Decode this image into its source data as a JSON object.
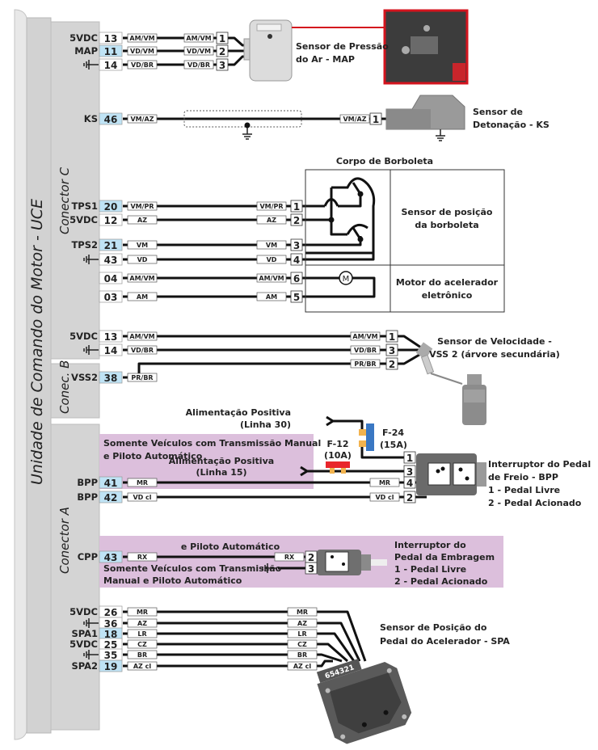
{
  "ecu": {
    "title": "Unidade de Comando do Motor - UCE",
    "connectors": [
      {
        "id": "C",
        "label": "Conector C"
      },
      {
        "id": "B",
        "label": "Conec. B"
      },
      {
        "id": "A",
        "label": "Conector A"
      }
    ]
  },
  "colors": {
    "highlight_pin": "#bfe3f5",
    "purple_zone": "#dcbfdc",
    "photo_frame": "#d4141e",
    "fuse_f12": "#e8262b",
    "fuse_f24": "#3a78c3",
    "fuse_terminal": "#f2b34e",
    "wire": "#111111"
  },
  "circuits": [
    {
      "id": "map",
      "device": "Sensor de Pressão do Ar - MAP",
      "device_lines": [
        "Sensor de Pressão",
        "do Ar - MAP"
      ],
      "wires": [
        {
          "signal": "5VDC",
          "ecu_pin": "13",
          "color_code": "AM/VM",
          "device_pin": "1",
          "highlight": false
        },
        {
          "signal": "MAP",
          "ecu_pin": "11",
          "color_code": "VD/VM",
          "device_pin": "2",
          "highlight": true
        },
        {
          "signal": "GND",
          "ecu_pin": "14",
          "color_code": "VD/BR",
          "device_pin": "3",
          "highlight": false
        }
      ]
    },
    {
      "id": "ks",
      "device": "Sensor de Detonação - KS",
      "device_lines": [
        "Sensor de",
        "Detonação - KS"
      ],
      "wires": [
        {
          "signal": "KS",
          "ecu_pin": "46",
          "color_code": "VM/AZ",
          "device_pin": "1",
          "highlight": true
        }
      ]
    },
    {
      "id": "throttle",
      "title": "Corpo de Borboleta",
      "sections": [
        {
          "lines": [
            "Sensor de posição",
            "da borboleta"
          ]
        },
        {
          "lines": [
            "Motor do acelerador",
            "eletrônico"
          ]
        }
      ],
      "motor_symbol": "M",
      "wires": [
        {
          "signal": "TPS1",
          "ecu_pin": "20",
          "color_code": "VM/PR",
          "device_pin": "1",
          "highlight": true
        },
        {
          "signal": "5VDC",
          "ecu_pin": "12",
          "color_code": "AZ",
          "device_pin": "2",
          "highlight": false
        },
        {
          "signal": "TPS2",
          "ecu_pin": "21",
          "color_code": "VM",
          "device_pin": "3",
          "highlight": true
        },
        {
          "signal": "GND",
          "ecu_pin": "43",
          "color_code": "VD",
          "device_pin": "4",
          "highlight": false
        },
        {
          "signal": "",
          "ecu_pin": "04",
          "color_code": "AM/VM",
          "device_pin": "6",
          "highlight": false
        },
        {
          "signal": "",
          "ecu_pin": "03",
          "color_code": "AM",
          "device_pin": "5",
          "highlight": false
        }
      ]
    },
    {
      "id": "vss",
      "device": "Sensor de Velocidade - VSS 2 (árvore secundária)",
      "device_lines": [
        "Sensor de Velocidade -",
        "VSS 2 (árvore secundária)"
      ],
      "wires": [
        {
          "signal": "5VDC",
          "ecu_pin": "13",
          "color_code": "AM/VM",
          "device_pin": "1",
          "highlight": false
        },
        {
          "signal": "GND",
          "ecu_pin": "14",
          "color_code": "VD/BR",
          "device_pin": "3",
          "highlight": false
        },
        {
          "signal": "VSS2",
          "ecu_pin": "38",
          "color_code": "PR/BR",
          "device_pin": "2",
          "highlight": true
        }
      ]
    },
    {
      "id": "bpp",
      "device_lines": [
        "Interruptor do Pedal",
        "de Freio - BPP",
        "1 - Pedal Livre",
        "2 - Pedal Acionado"
      ],
      "zone_note_lines": [
        "Somente Veículos com Transmissão Manual",
        "e Piloto Automático"
      ],
      "feed30_lines": [
        "Alimentação Positiva",
        "(Linha 30)"
      ],
      "feed15_lines": [
        "Alimentação Positiva",
        "(Linha 15)"
      ],
      "fuse_f24": {
        "name": "F-24",
        "rating": "(15A)"
      },
      "fuse_f12": {
        "name": "F-12",
        "rating": "(10A)"
      },
      "device_pins_extra": [
        "1",
        "3"
      ],
      "wires": [
        {
          "signal": "BPP",
          "ecu_pin": "41",
          "color_code": "MR",
          "device_pin": "4",
          "highlight": true
        },
        {
          "signal": "BPP",
          "ecu_pin": "42",
          "color_code": "VD cl",
          "device_pin": "2",
          "highlight": true
        }
      ]
    },
    {
      "id": "cpp",
      "device_lines": [
        "Interruptor do",
        "Pedal da Embragem",
        "1 - Pedal Livre",
        "2 - Pedal Acionado"
      ],
      "zone_note_top": "e Piloto Automático",
      "zone_note_lines": [
        "Somente Veículos com Transmissão",
        "Manual e Piloto Automático"
      ],
      "ground_pin": "3",
      "wires": [
        {
          "signal": "CPP",
          "ecu_pin": "43",
          "color_code": "RX",
          "device_pin": "2",
          "highlight": true
        }
      ]
    },
    {
      "id": "spa",
      "device_lines": [
        "Sensor de Posição do",
        "Pedal do Acelerador - SPA"
      ],
      "connector_pins": "654321",
      "wires": [
        {
          "signal": "5VDC",
          "ecu_pin": "26",
          "color_code": "MR",
          "highlight": false
        },
        {
          "signal": "GND",
          "ecu_pin": "36",
          "color_code": "AZ",
          "highlight": false
        },
        {
          "signal": "SPA1",
          "ecu_pin": "18",
          "color_code": "LR",
          "highlight": true
        },
        {
          "signal": "5VDC",
          "ecu_pin": "25",
          "color_code": "CZ",
          "highlight": false
        },
        {
          "signal": "GND",
          "ecu_pin": "35",
          "color_code": "BR",
          "highlight": false
        },
        {
          "signal": "SPA2",
          "ecu_pin": "19",
          "color_code": "AZ cl",
          "highlight": true
        }
      ]
    }
  ]
}
